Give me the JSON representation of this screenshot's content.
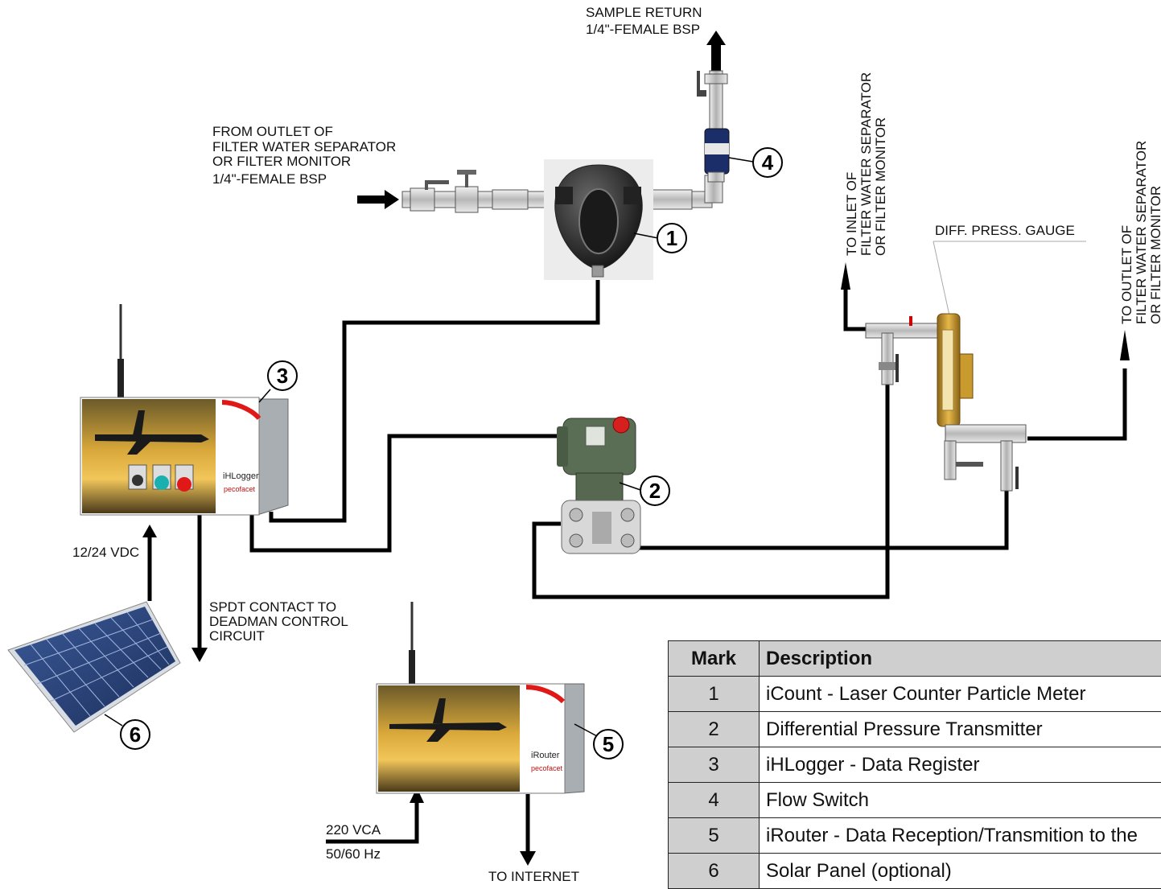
{
  "labels": {
    "sample_return_1": "SAMPLE RETURN",
    "sample_return_2": "1/4\"-FEMALE BSP",
    "from_outlet_1": "FROM OUTLET OF",
    "from_outlet_2": "FILTER WATER SEPARATOR",
    "from_outlet_3": "OR FILTER MONITOR",
    "from_outlet_4": "1/4\"-FEMALE BSP",
    "to_inlet_1": "TO INLET OF",
    "to_inlet_2": "FILTER WATER SEPARATOR",
    "to_inlet_3": "OR FILTER MONITOR",
    "to_outlet_1": "TO OUTLET OF",
    "to_outlet_2": "FILTER WATER SEPARATOR",
    "to_outlet_3": "OR FILTER MONITOR",
    "diff_gauge": "DIFF. PRESS. GAUGE",
    "vdc": "12/24 VDC",
    "spdt_1": "SPDT CONTACT TO",
    "spdt_2": "DEADMAN CONTROL",
    "spdt_3": "CIRCUIT",
    "vca": "220 VCA",
    "hz": "50/60 Hz",
    "to_internet": "TO INTERNET"
  },
  "devices": {
    "logger_name": "iHLogger",
    "router_name": "iRouter",
    "brand": "pecofacet"
  },
  "callouts": [
    "1",
    "2",
    "3",
    "4",
    "5",
    "6"
  ],
  "legend": {
    "header_mark": "Mark",
    "header_desc": "Description",
    "rows": [
      {
        "mark": "1",
        "desc": "iCount - Laser Counter Particle Meter"
      },
      {
        "mark": "2",
        "desc": "Differential Pressure Transmitter"
      },
      {
        "mark": "3",
        "desc": "iHLogger - Data Register"
      },
      {
        "mark": "4",
        "desc": "Flow Switch"
      },
      {
        "mark": "5",
        "desc": "iRouter - Data Reception/Transmition to the"
      },
      {
        "mark": "6",
        "desc": "Solar Panel (optional)"
      }
    ]
  }
}
